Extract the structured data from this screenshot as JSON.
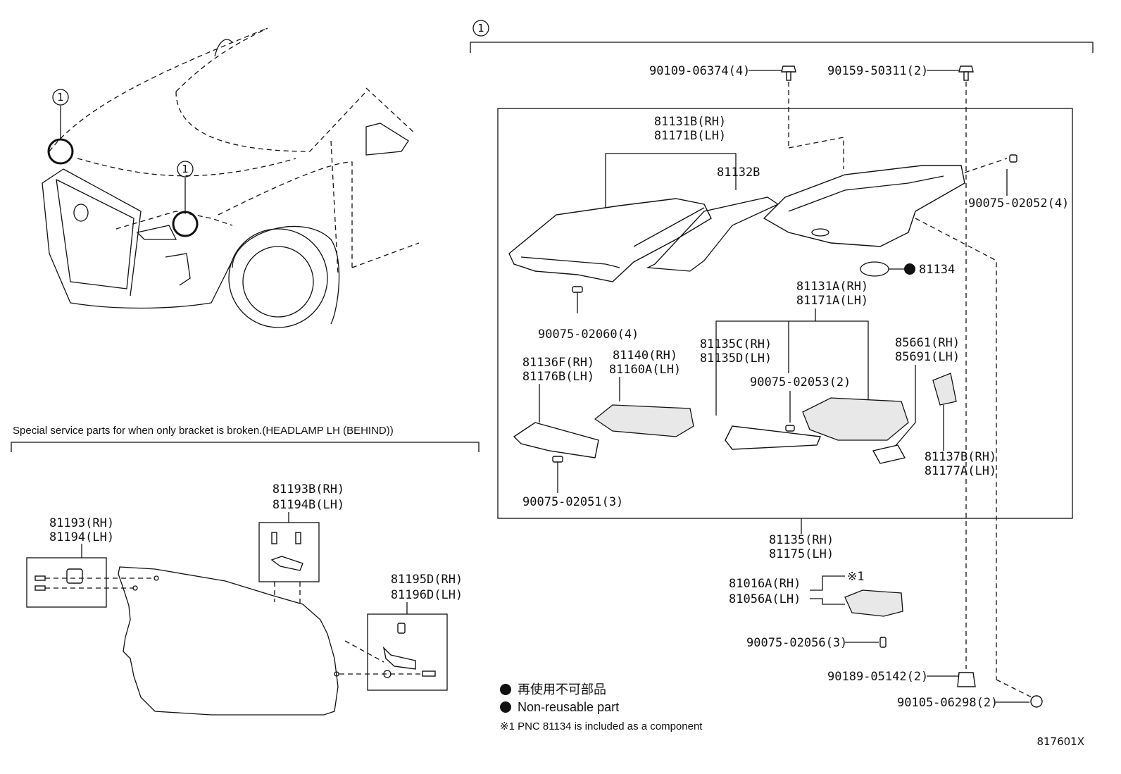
{
  "callout": "1",
  "special_service": {
    "heading": "Special service parts for when only bracket is broken.(HEADLAMP LH (BEHIND))",
    "parts": {
      "p81193": [
        "81193(RH)",
        "81194(LH)"
      ],
      "p81193b": [
        "81193B(RH)",
        "81194B(LH)"
      ],
      "p81195d": [
        "81195D(RH)",
        "81196D(LH)"
      ]
    }
  },
  "assembly": {
    "bolt_top_left": "90109-06374(4)",
    "bolt_top_right": "90159-50311(2)",
    "lens": [
      "81131B(RH)",
      "81171B(LH)"
    ],
    "gasket": "81132B",
    "screw_housing": "90075-02052(4)",
    "seal": "81134",
    "screw_lens": "90075-02060(4)",
    "inner_housing": [
      "81131A(RH)",
      "81171A(LH)"
    ],
    "bracket_136f": [
      "81136F(RH)",
      "81176B(LH)"
    ],
    "drl_140": [
      "81140(RH)",
      "81160A(LH)"
    ],
    "bracket_135c": [
      "81135C(RH)",
      "81135D(LH)"
    ],
    "screw_053": "90075-02053(2)",
    "module_85661": [
      "85661(RH)",
      "85691(LH)"
    ],
    "screw_051": "90075-02051(3)",
    "unit_137b": [
      "81137B(RH)",
      "81177A(LH)"
    ],
    "assy_81135": [
      "81135(RH)",
      "81175(LH)"
    ],
    "actuator": [
      "81016A(RH)",
      "81056A(LH)"
    ],
    "note_mark": "※1",
    "screw_056": "90075-02056(3)",
    "bolt_142": "90189-05142(2)",
    "bolt_298": "90105-06298(2)"
  },
  "legend": {
    "jp": "再使用不可部品",
    "en": "Non-reusable part",
    "note": "※1 PNC 81134 is included as a component"
  },
  "figure_id": "817601X"
}
